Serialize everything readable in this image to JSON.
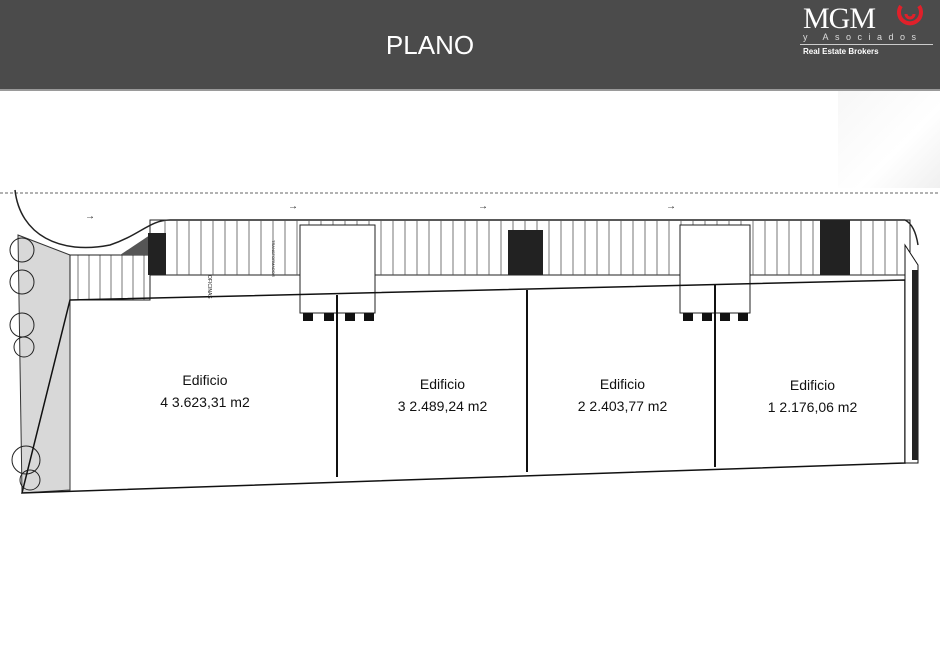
{
  "header": {
    "title": "PLANO"
  },
  "logo": {
    "brand": "MGM",
    "subtitle": "y Asociados",
    "tagline": "Real Estate Brokers",
    "accent": "#e0202a"
  },
  "plan": {
    "annotations": {
      "offices": "OFICINAS",
      "transformer": "TRANSFORMADOR"
    },
    "buildings": [
      {
        "label": "Edificio",
        "area": "4 3.623,31 m2"
      },
      {
        "label": "Edificio",
        "area": "3 2.489,24 m2"
      },
      {
        "label": "Edificio",
        "area": "2 2.403,77 m2"
      },
      {
        "label": "Edificio",
        "area": "1 2.176,06 m2"
      }
    ]
  }
}
